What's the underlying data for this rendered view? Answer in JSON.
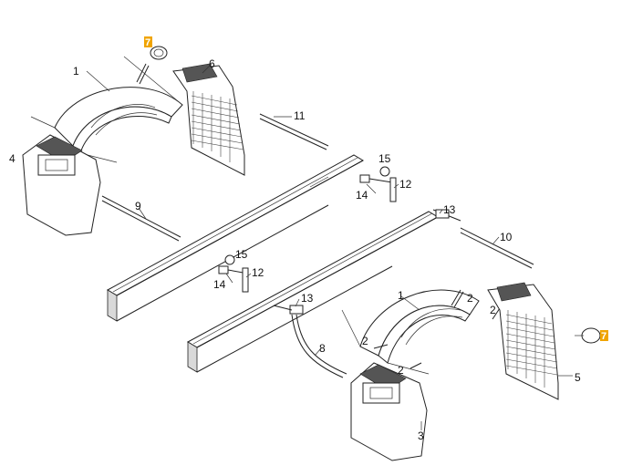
{
  "diagram": {
    "highlight_color": "#f0a400",
    "labels": {
      "p1_top": "1",
      "p7_top": "7",
      "p6": "6",
      "p11": "11",
      "p4": "4",
      "p9": "9",
      "p15_a": "15",
      "p12_a": "12",
      "p14_a": "14",
      "p13_a": "13",
      "p10": "10",
      "p15_b": "15",
      "p12_b": "12",
      "p14_b": "14",
      "p13_b": "13",
      "p1_bottom": "1",
      "p2_a": "2",
      "p2_b": "2",
      "p2_c": "2",
      "p2_d": "2",
      "p8": "8",
      "p7_bottom": "7",
      "p5": "5",
      "p3": "3"
    }
  }
}
